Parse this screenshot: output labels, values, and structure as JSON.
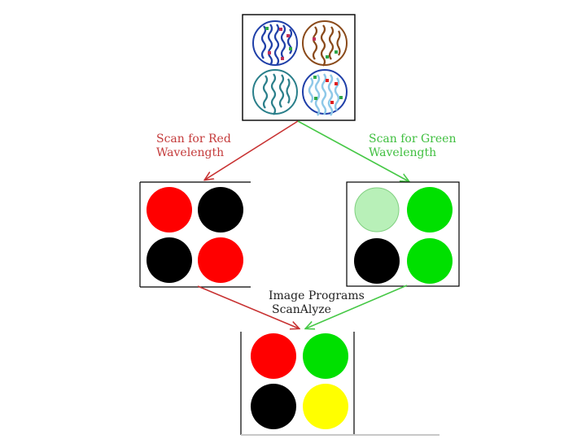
{
  "labels": {
    "scan_red": [
      "Scan for Red",
      "Wavelength"
    ],
    "scan_green": [
      "Scan for Green",
      "Wavelength"
    ],
    "image_programs": [
      "Image Programs",
      "ScanAlyze"
    ]
  },
  "colors": {
    "red": "#ff0000",
    "black": "#000000",
    "green": "#00e000",
    "pale_green": "#b8f0b8",
    "yellow": "#ffff00",
    "arrow_red": "#c83232",
    "arrow_green": "#46c846",
    "dna_blue": "#1f3fa8",
    "dna_brown": "#8a4a1a",
    "dna_teal": "#2a7f8a",
    "dna_light_blue": "#8ec8e8"
  },
  "panels": {
    "top_sample": {
      "wells": [
        "blue-strands-mixed",
        "brown-strands",
        "teal-strands",
        "light-blue-strands-mixed"
      ]
    },
    "red_scan": {
      "spots": [
        "red",
        "black",
        "black",
        "red"
      ]
    },
    "green_scan": {
      "spots": [
        "pale_green",
        "green",
        "black",
        "green"
      ]
    },
    "combined": {
      "spots": [
        "red",
        "green",
        "black",
        "yellow"
      ]
    }
  }
}
